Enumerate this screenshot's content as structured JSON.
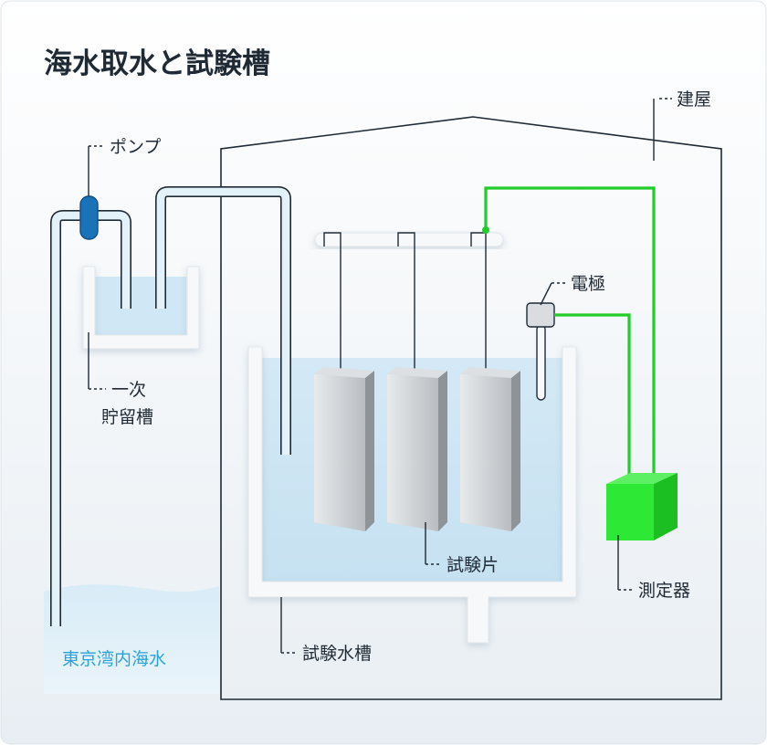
{
  "title": "海水取水と試験槽",
  "labels": {
    "building": "建屋",
    "pump": "ポンプ",
    "primary_tank_line1": "一次",
    "primary_tank_line2": "貯留槽",
    "electrode": "電極",
    "test_piece": "試験片",
    "meter": "測定器",
    "test_tank": "試験水槽",
    "seawater": "東京湾内海水"
  },
  "colors": {
    "water": "#cfe7f4",
    "outline": "#1f2a35",
    "wire": "#22cc2a",
    "meter_front": "#2ee836",
    "meter_side": "#1bbf22",
    "pump": "#1a72b8",
    "seawater_text": "#29a3da",
    "tank_wall": "#f5f8fa"
  }
}
